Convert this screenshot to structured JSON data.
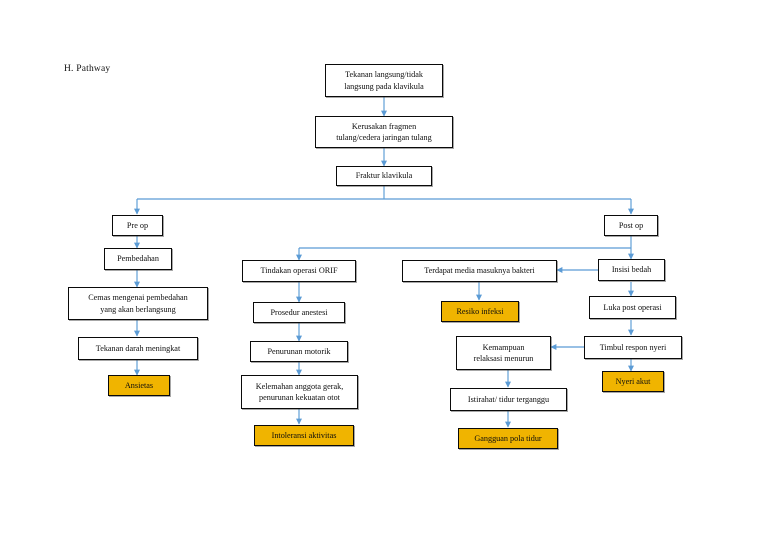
{
  "page": {
    "heading": "H. Pathway",
    "colors": {
      "highlight": "#f0b400",
      "connector": "#5b9bd5",
      "box_border": "#0a0a0a",
      "background": "#ffffff"
    }
  },
  "chart_data": {
    "type": "diagram",
    "title": "H. Pathway",
    "subtype": "clinical-pathway-flowchart",
    "nodes": [
      {
        "id": "n1",
        "label": "Tekanan langsung/tidak\nlangsung pada klavikula",
        "highlight": false
      },
      {
        "id": "n2",
        "label": "Kerusakan fragmen\ntulang/cedera jaringan tulang",
        "highlight": false
      },
      {
        "id": "n3",
        "label": "Fraktur klavikula",
        "highlight": false
      },
      {
        "id": "n4",
        "label": "Pre op",
        "highlight": false
      },
      {
        "id": "n5",
        "label": "Post op",
        "highlight": false
      },
      {
        "id": "n6",
        "label": "Pembedahan",
        "highlight": false
      },
      {
        "id": "n7",
        "label": "Cemas mengenai pembedahan\nyang akan berlangsung",
        "highlight": false
      },
      {
        "id": "n8",
        "label": "Tekanan darah meningkat",
        "highlight": false
      },
      {
        "id": "n9",
        "label": "Ansietas",
        "highlight": true
      },
      {
        "id": "n10",
        "label": "Tindakan operasi ORIF",
        "highlight": false
      },
      {
        "id": "n11",
        "label": "Prosedur anestesi",
        "highlight": false
      },
      {
        "id": "n12",
        "label": "Penurunan motorik",
        "highlight": false
      },
      {
        "id": "n13",
        "label": "Kelemahan anggota gerak,\npenurunan kekuatan otot",
        "highlight": false
      },
      {
        "id": "n14",
        "label": "Intoleransi aktivitas",
        "highlight": true
      },
      {
        "id": "n15",
        "label": "Terdapat media masuknya bakteri",
        "highlight": false
      },
      {
        "id": "n16",
        "label": "Resiko infeksi",
        "highlight": true
      },
      {
        "id": "n17",
        "label": "Kemampuan\nrelaksasi menurun",
        "highlight": false
      },
      {
        "id": "n18",
        "label": "Istirahat/ tidur terganggu",
        "highlight": false
      },
      {
        "id": "n19",
        "label": "Gangguan pola tidur",
        "highlight": true
      },
      {
        "id": "n20",
        "label": "Insisi bedah",
        "highlight": false
      },
      {
        "id": "n21",
        "label": "Luka post operasi",
        "highlight": false
      },
      {
        "id": "n22",
        "label": "Timbul respon nyeri",
        "highlight": false
      },
      {
        "id": "n23",
        "label": "Nyeri akut",
        "highlight": true
      }
    ],
    "edges": [
      {
        "from": "n1",
        "to": "n2"
      },
      {
        "from": "n2",
        "to": "n3"
      },
      {
        "from": "n3",
        "to": "n4"
      },
      {
        "from": "n3",
        "to": "n5"
      },
      {
        "from": "n4",
        "to": "n6"
      },
      {
        "from": "n6",
        "to": "n7"
      },
      {
        "from": "n7",
        "to": "n8"
      },
      {
        "from": "n8",
        "to": "n9"
      },
      {
        "from": "n5",
        "to": "n20"
      },
      {
        "from": "n5",
        "to": "n10"
      },
      {
        "from": "n10",
        "to": "n11"
      },
      {
        "from": "n11",
        "to": "n12"
      },
      {
        "from": "n12",
        "to": "n13"
      },
      {
        "from": "n13",
        "to": "n14"
      },
      {
        "from": "n20",
        "to": "n15"
      },
      {
        "from": "n15",
        "to": "n16"
      },
      {
        "from": "n20",
        "to": "n21"
      },
      {
        "from": "n21",
        "to": "n22"
      },
      {
        "from": "n22",
        "to": "n23"
      },
      {
        "from": "n22",
        "to": "n17"
      },
      {
        "from": "n17",
        "to": "n18"
      },
      {
        "from": "n18",
        "to": "n19"
      }
    ]
  }
}
